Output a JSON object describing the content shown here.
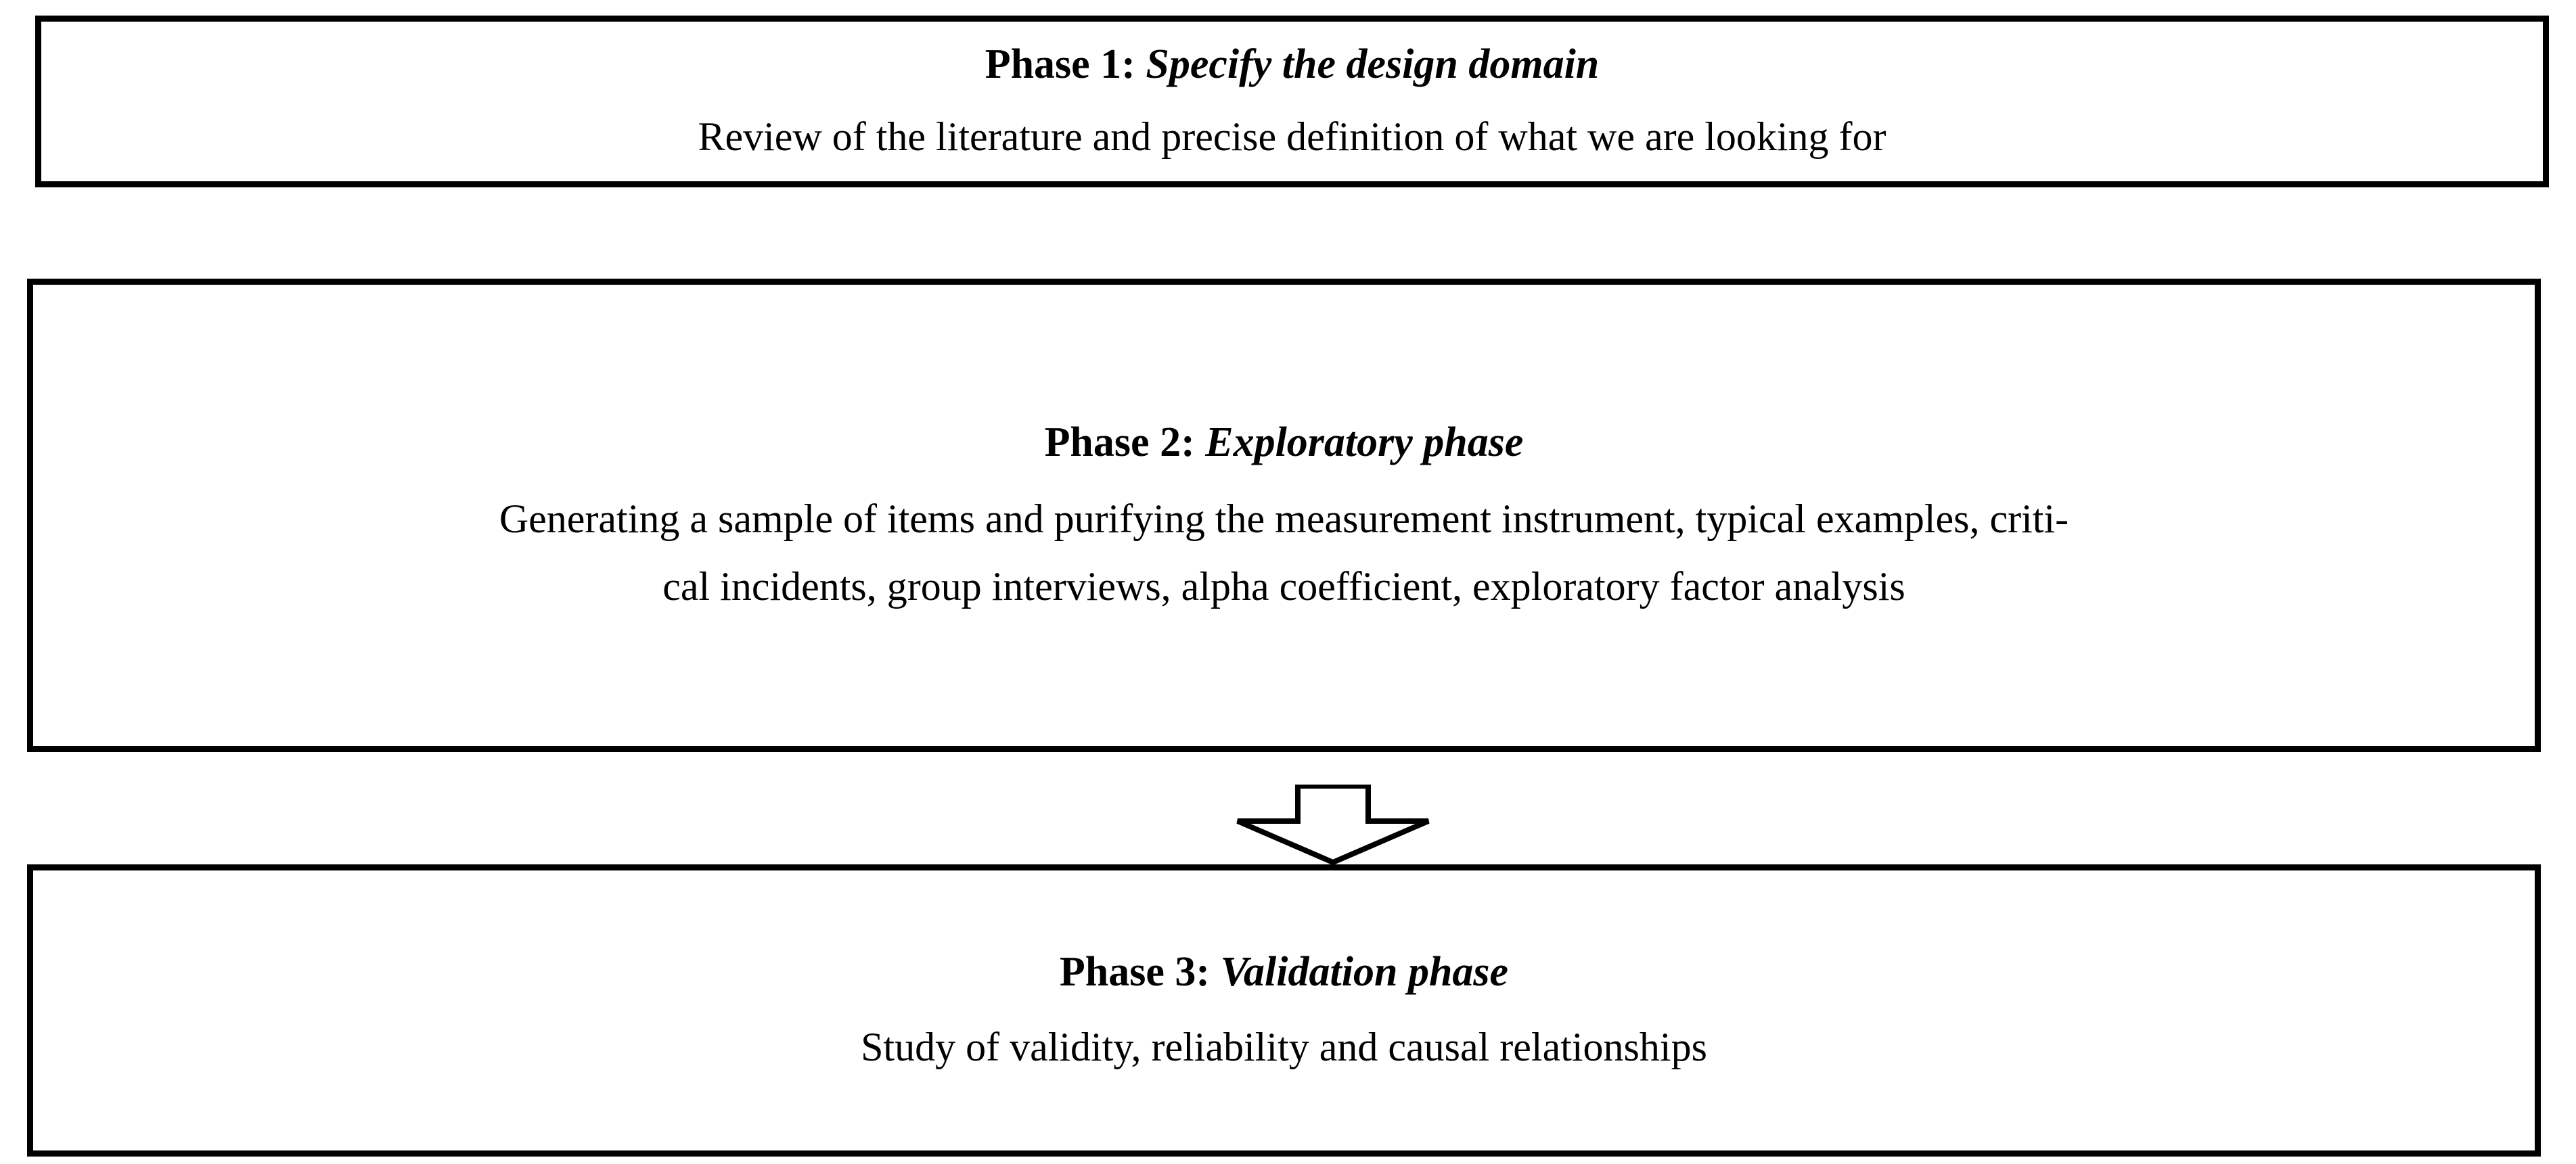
{
  "diagram": {
    "type": "flowchart",
    "orientation": "vertical",
    "background_color": "#ffffff",
    "stroke_color": "#000000",
    "phases": [
      {
        "id": "phase-1",
        "title_lead": "Phase 1:",
        "title_emphasis": "Specify the design domain",
        "body_lines": [
          "Review of the literature and precise definition of what we are looking for"
        ]
      },
      {
        "id": "phase-2",
        "title_lead": "Phase 2:",
        "title_emphasis": "Exploratory phase",
        "body_lines": [
          "Generating a sample of items and purifying the measurement instrument, typical examples, criti-",
          "cal incidents, group interviews, alpha coefficient, exploratory factor analysis"
        ]
      },
      {
        "id": "phase-3",
        "title_lead": "Phase 3:",
        "title_emphasis": "Validation phase",
        "body_lines": [
          "Study of validity, reliability and causal relationships"
        ]
      }
    ],
    "connectors": [
      {
        "id": "arrow-1",
        "icon": "down-block-arrow-icon",
        "from": "phase-1",
        "to": "phase-2"
      },
      {
        "id": "arrow-2",
        "icon": "down-block-arrow-icon",
        "from": "phase-2",
        "to": "phase-3"
      }
    ]
  }
}
